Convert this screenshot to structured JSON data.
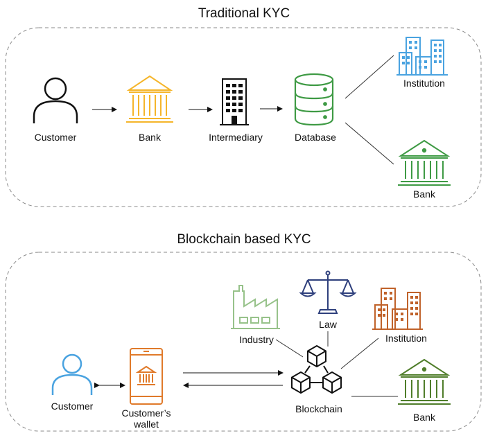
{
  "traditional": {
    "title": "Traditional KYC",
    "nodes": {
      "customer": "Customer",
      "bank": "Bank",
      "intermediary": "Intermediary",
      "database": "Database",
      "institution": "Institution",
      "bank2": "Bank"
    }
  },
  "blockchain": {
    "title": "Blockchain based KYC",
    "nodes": {
      "customer": "Customer",
      "wallet_line1": "Customer’s",
      "wallet_line2": "wallet",
      "blockchain": "Blockchain",
      "industry": "Industry",
      "law": "Law",
      "institution": "Institution",
      "bank": "Bank"
    }
  },
  "colors": {
    "bank_gold": "#f5b52a",
    "institution_blue": "#4aa3e0",
    "bank_green": "#3e9a44",
    "customer_blue": "#4aa3e0",
    "wallet_orange": "#e07a2a",
    "industry_green": "#97c28a",
    "law_navy": "#2e3f7c",
    "institution_brown": "#c0622a",
    "bank_olive": "#4f7d2a"
  },
  "icons": [
    "person-icon",
    "bank-icon",
    "office-building-icon",
    "database-icon",
    "city-buildings-icon",
    "wallet-phone-icon",
    "blockchain-cubes-icon",
    "factory-icon",
    "scales-icon"
  ]
}
